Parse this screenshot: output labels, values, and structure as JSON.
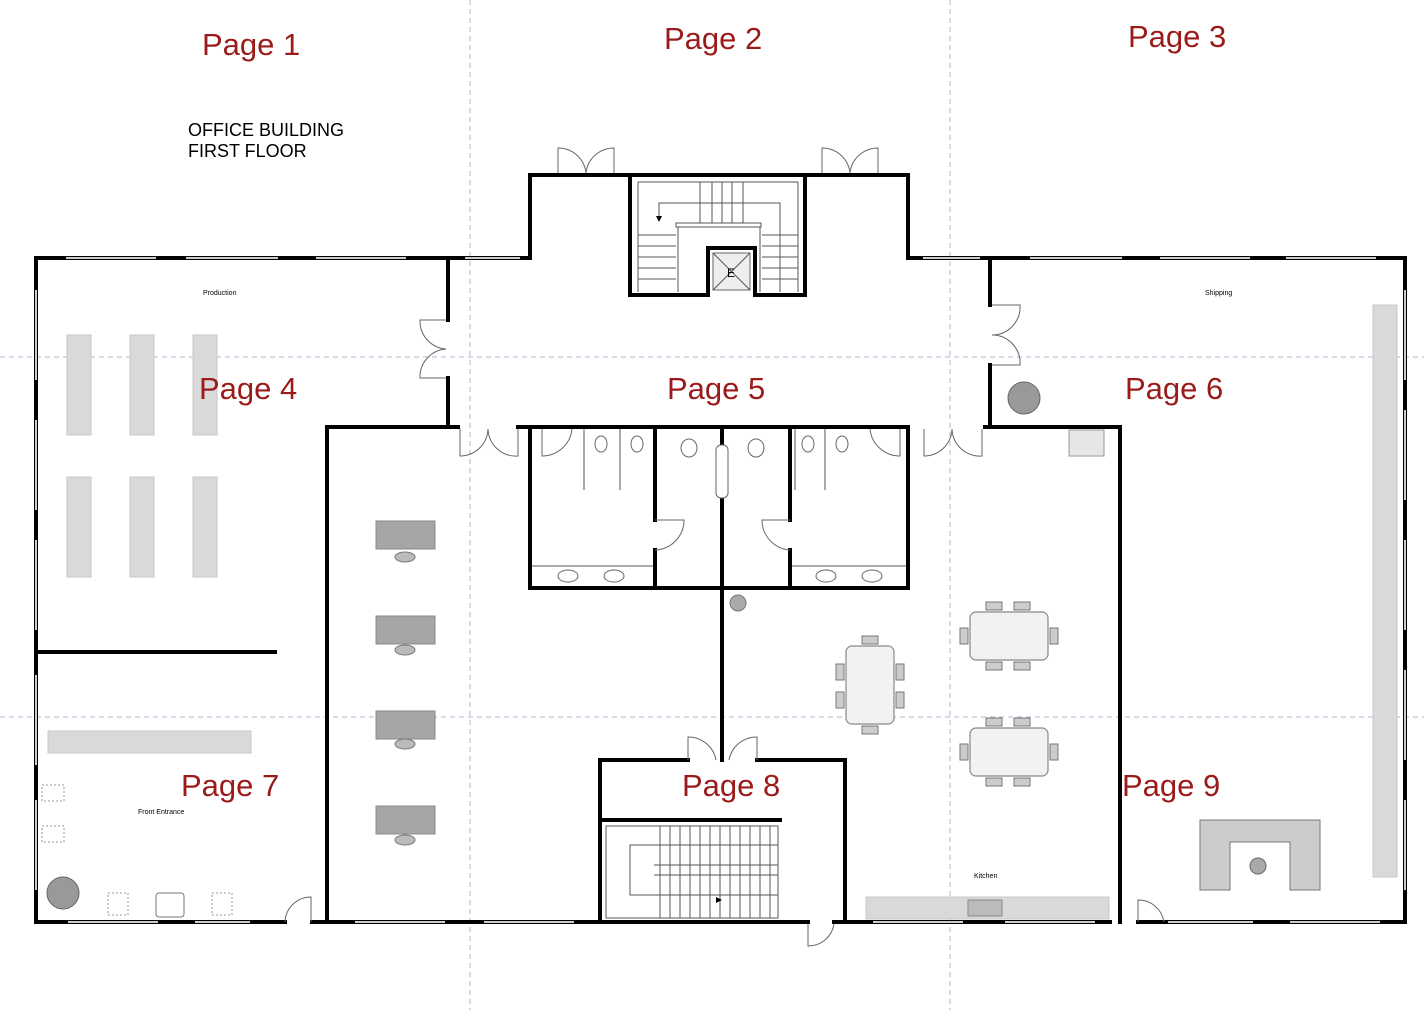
{
  "title": {
    "line1": "OFFICE BUILDING",
    "line2": "FIRST FLOOR"
  },
  "pages": [
    "Page 1",
    "Page 2",
    "Page 3",
    "Page 4",
    "Page 5",
    "Page 6",
    "Page 7",
    "Page 8",
    "Page 9"
  ],
  "rooms": {
    "production": "Production",
    "shipping": "Shipping",
    "front_entrance": "Front Entrance",
    "kitchen": "Kitchen"
  },
  "elevator_label": "E",
  "colors": {
    "page_label": "#9b1b1b",
    "wall": "#000000",
    "furniture": "#d9d9d9"
  }
}
